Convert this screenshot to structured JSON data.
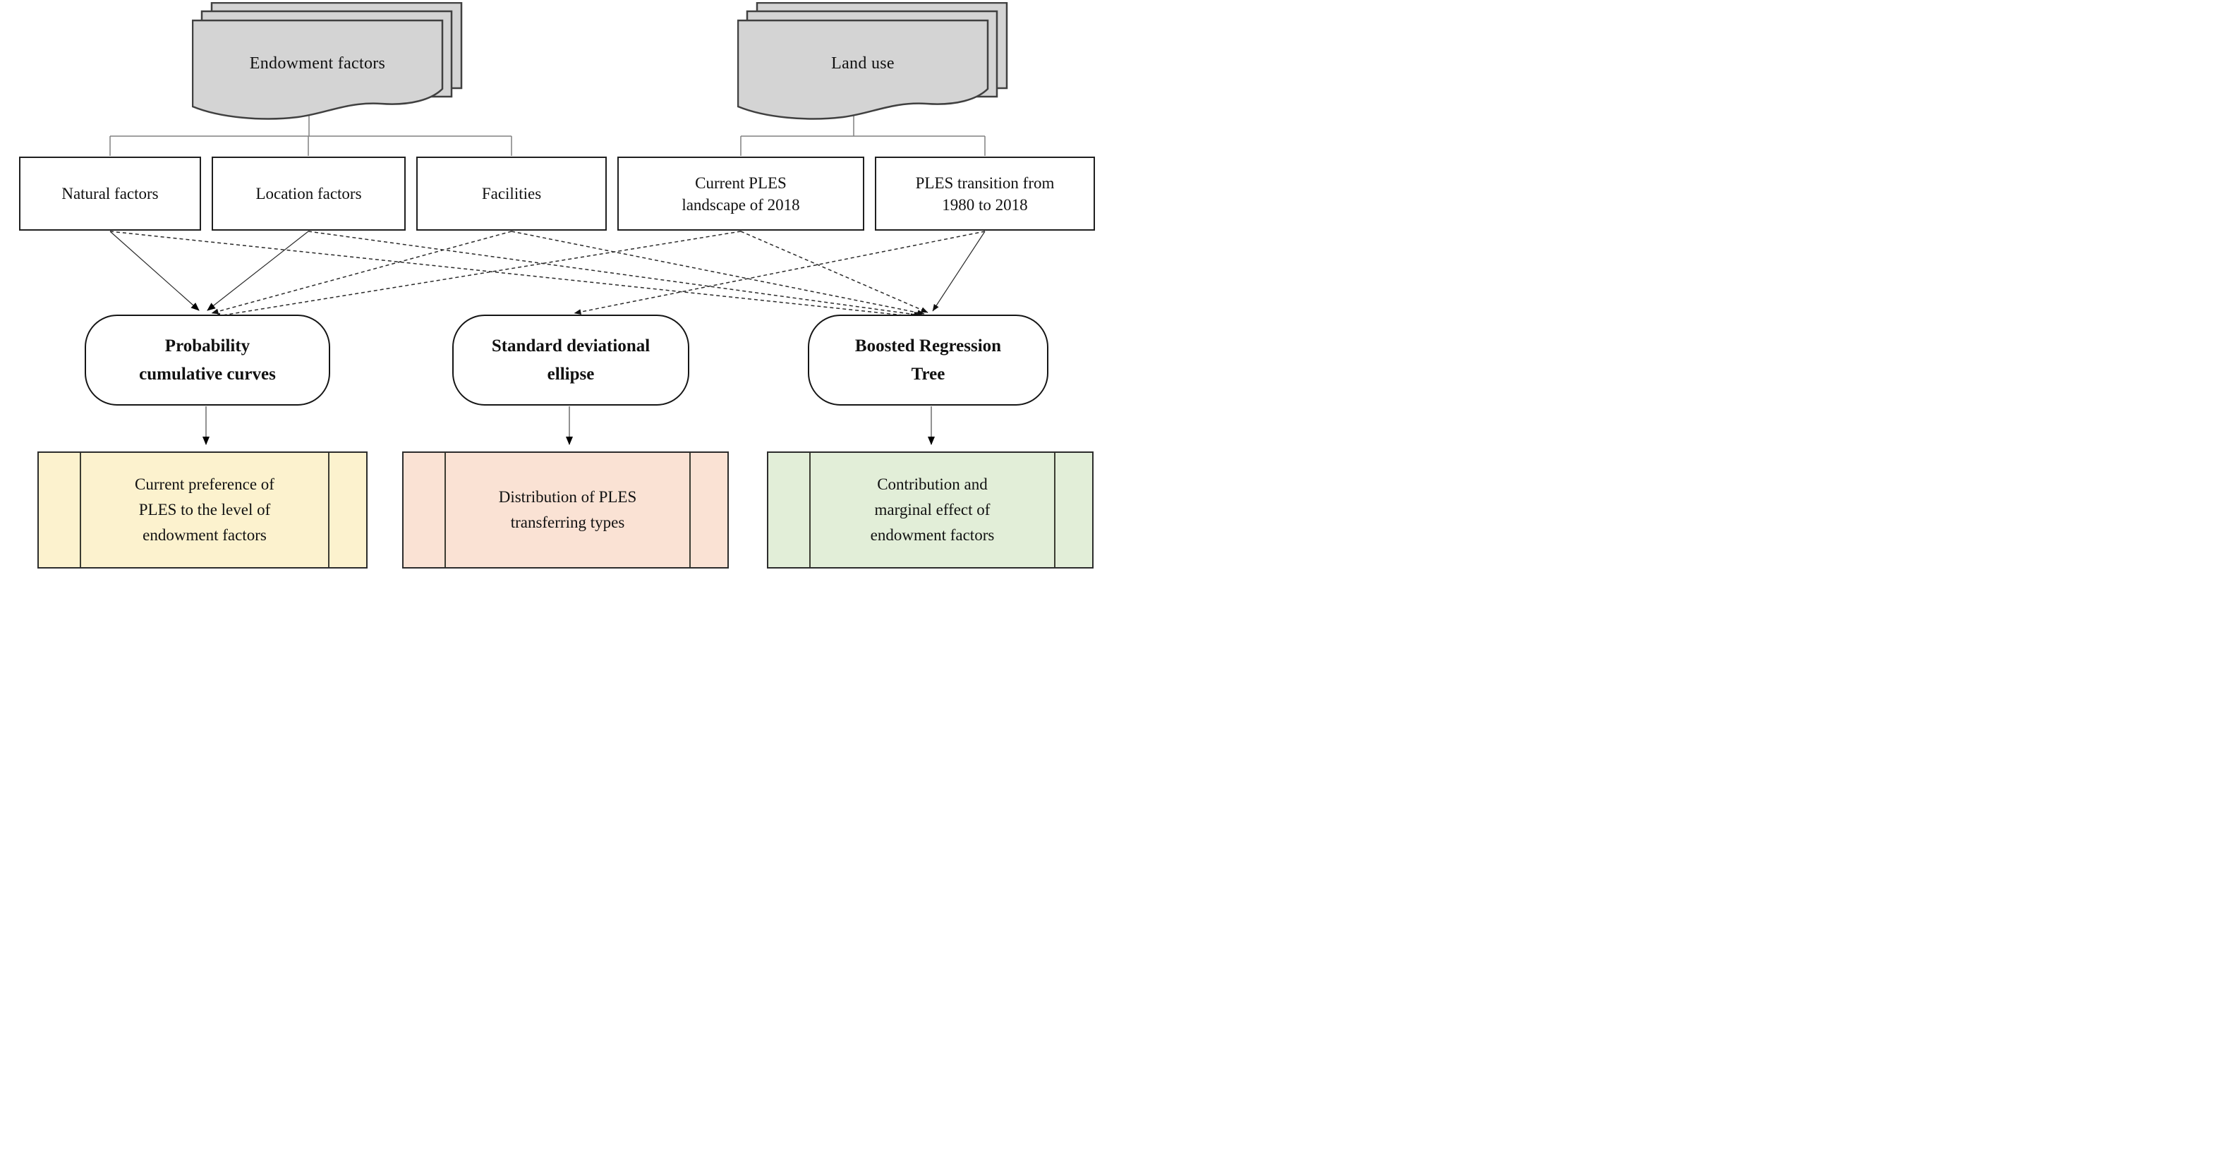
{
  "title": "PLES analysis framework flowchart",
  "stacks": {
    "endowment": {
      "label": "Endowment factors"
    },
    "landuse": {
      "label": "Land use"
    }
  },
  "factor_boxes": {
    "natural": {
      "label": "Natural factors"
    },
    "location": {
      "label": "Location factors"
    },
    "facilities": {
      "label": "Facilities"
    },
    "current_ples": {
      "label": "Current PLES\nlandscape of 2018"
    },
    "ples_transition": {
      "label": "PLES transition from\n1980 to 2018"
    }
  },
  "method_nodes": {
    "probability": {
      "label": "Probability\ncumulative curves"
    },
    "sde": {
      "label": "Standard deviational\nellipse"
    },
    "brt": {
      "label": "Boosted Regression\nTree"
    }
  },
  "output_boxes": {
    "preference": {
      "label": "Current preference of\nPLES to the level of\nendowment factors",
      "fill": "#FCF2CE"
    },
    "distribution": {
      "label": "Distribution of PLES\ntransferring types",
      "fill": "#FAE2D4"
    },
    "contribution": {
      "label": "Contribution and\nmarginal effect of\nendowment factors",
      "fill": "#E2EED8"
    }
  },
  "colors": {
    "stack_fill": "#d4d4d4",
    "stack_stroke": "#404040",
    "box_stroke": "#1f1f1f",
    "connector_gray": "#808080",
    "arrow_black": "#2a2a2a",
    "background": "#ffffff"
  }
}
